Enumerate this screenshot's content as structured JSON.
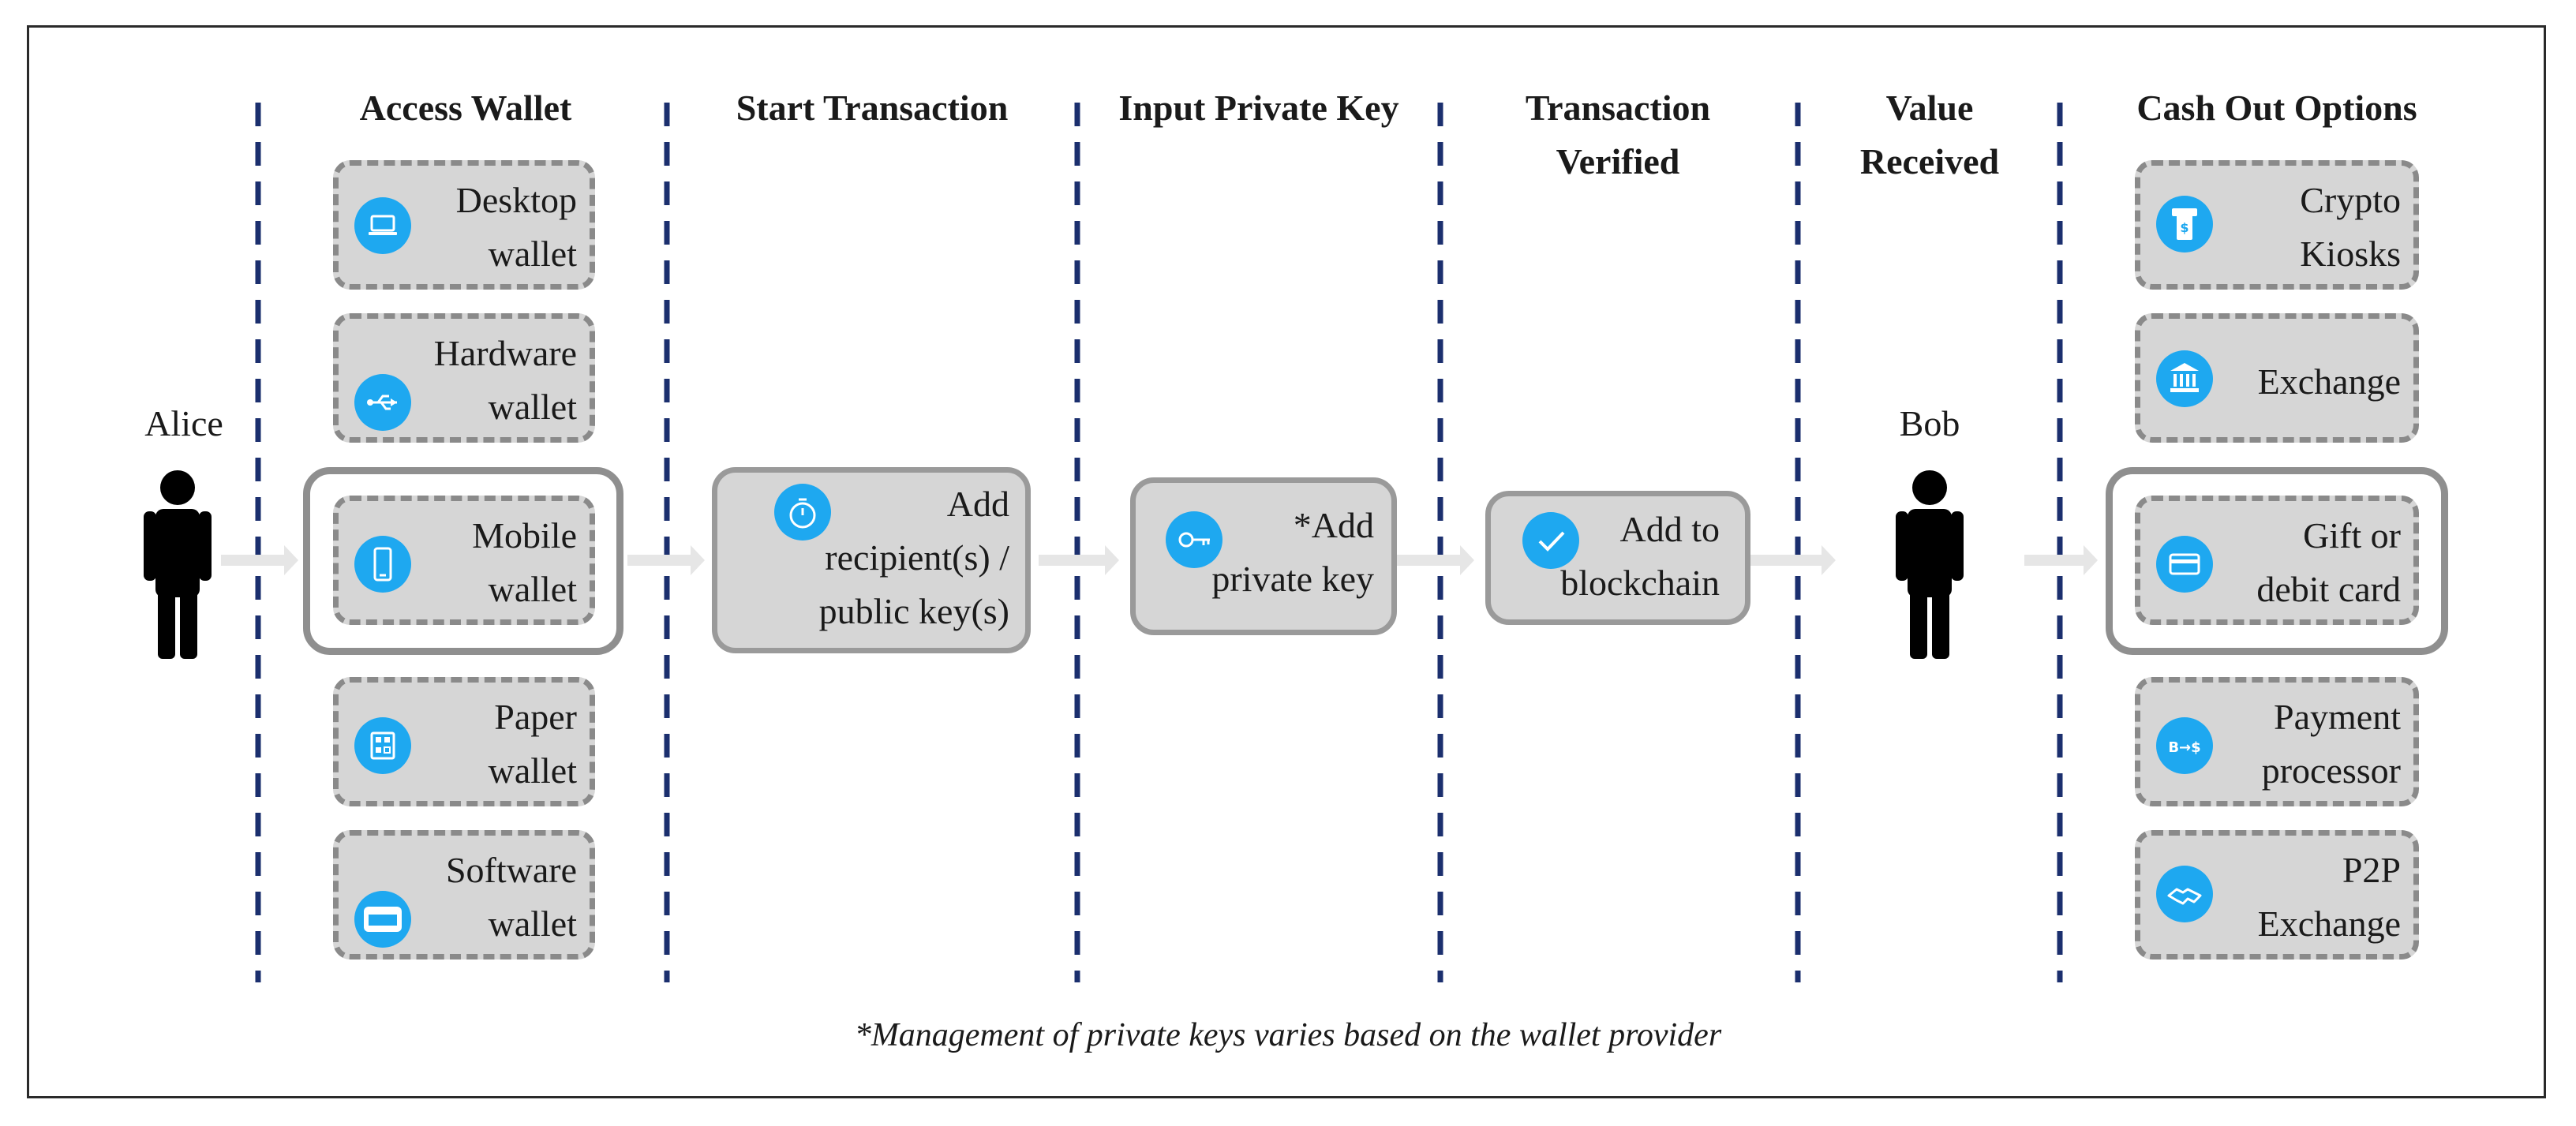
{
  "headers": {
    "access_wallet": "Access Wallet",
    "start_transaction": "Start Transaction",
    "input_private_key": "Input Private Key",
    "transaction_verified": [
      "Transaction",
      "Verified"
    ],
    "value_received": [
      "Value",
      "Received"
    ],
    "cash_out_options": "Cash Out Options"
  },
  "people": {
    "sender": "Alice",
    "receiver": "Bob"
  },
  "wallets": [
    {
      "lines": [
        "Desktop",
        "wallet"
      ],
      "icon": "laptop-icon"
    },
    {
      "lines": [
        "Hardware",
        "wallet"
      ],
      "icon": "usb-icon"
    },
    {
      "lines": [
        "Mobile",
        "wallet"
      ],
      "icon": "smartphone-icon",
      "highlighted": true
    },
    {
      "lines": [
        "Paper",
        "wallet"
      ],
      "icon": "qr-code-icon"
    },
    {
      "lines": [
        "Software",
        "wallet"
      ],
      "icon": "window-icon"
    }
  ],
  "steps": {
    "start": {
      "lines": [
        "Add",
        "recipient(s) /",
        "public key(s)"
      ],
      "icon": "stopwatch-icon"
    },
    "private_key": {
      "lines": [
        "*Add",
        "private key"
      ],
      "icon": "key-icon"
    },
    "verified": {
      "lines": [
        "Add to",
        "blockchain"
      ],
      "icon": "checkmark-icon"
    }
  },
  "cashout": [
    {
      "lines": [
        "Crypto",
        "Kiosks"
      ],
      "icon": "atm-icon"
    },
    {
      "lines": [
        "Exchange"
      ],
      "icon": "bank-icon"
    },
    {
      "lines": [
        "Gift or",
        "debit card"
      ],
      "icon": "credit-card-icon",
      "highlighted": true
    },
    {
      "lines": [
        "Payment",
        "processor"
      ],
      "icon": "bitcoin-to-dollar-icon"
    },
    {
      "lines": [
        "P2P",
        "Exchange"
      ],
      "icon": "handshake-icon"
    }
  ],
  "footnote": "*Management of private keys varies based on the wallet provider",
  "colors": {
    "divider": "#1b2f6e",
    "icon": "#1ea8f0",
    "box_fill": "#d6d6d6",
    "box_border": "#8a8a8a",
    "arrow": "#e6e6e6"
  }
}
